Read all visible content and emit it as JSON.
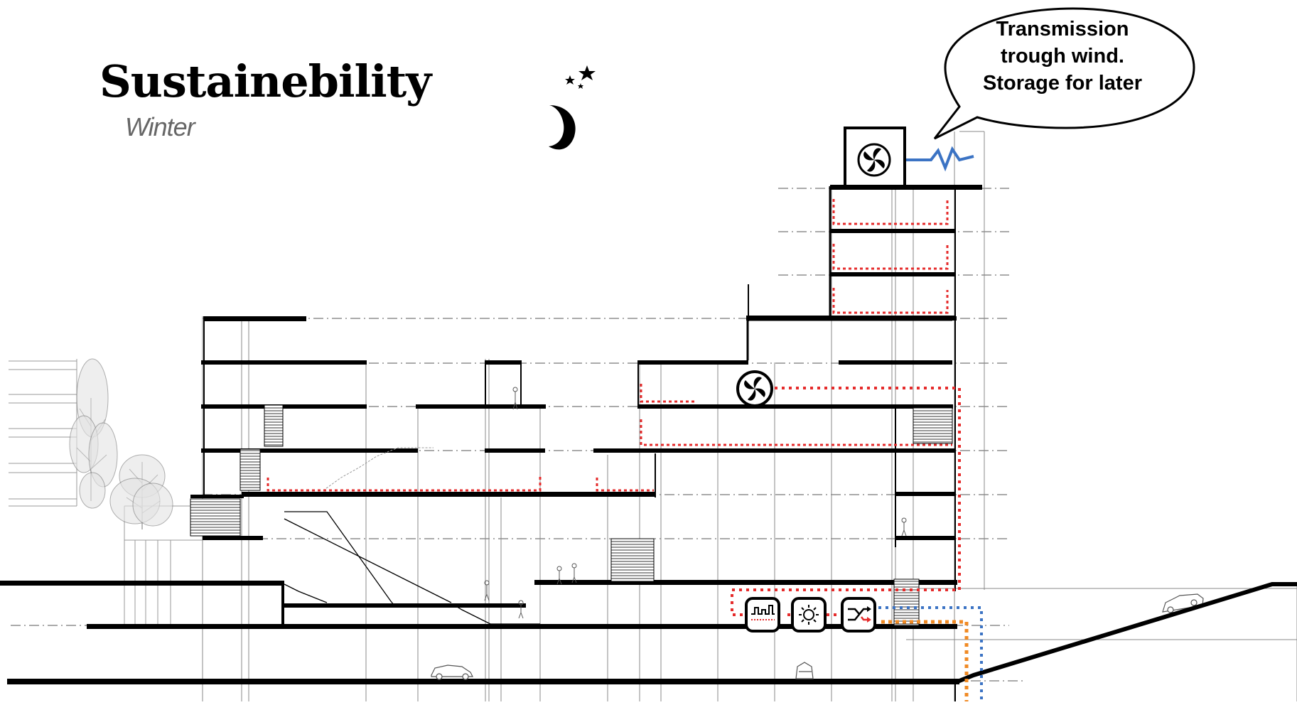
{
  "title": "Sustainebility",
  "subtitle": "Winter",
  "callout": {
    "lines": [
      "Transmission",
      "trough wind.",
      "Storage for later"
    ]
  },
  "icons": {
    "sky": [
      "moon-icon",
      "stars-icon"
    ],
    "equipment": [
      "wind-turbine-icon",
      "ventilation-fan-icon",
      "battery-storage-icon",
      "sun-icon",
      "switch-icon"
    ],
    "vehicles": [
      "car-icon"
    ],
    "people": [
      "person-icon"
    ],
    "trees": [
      "tree-icon"
    ]
  },
  "colors": {
    "heat_flow": "#e52b2b",
    "wind_power": "#3b73c4",
    "supply_line": "#f08a24",
    "structure": "#000000"
  }
}
